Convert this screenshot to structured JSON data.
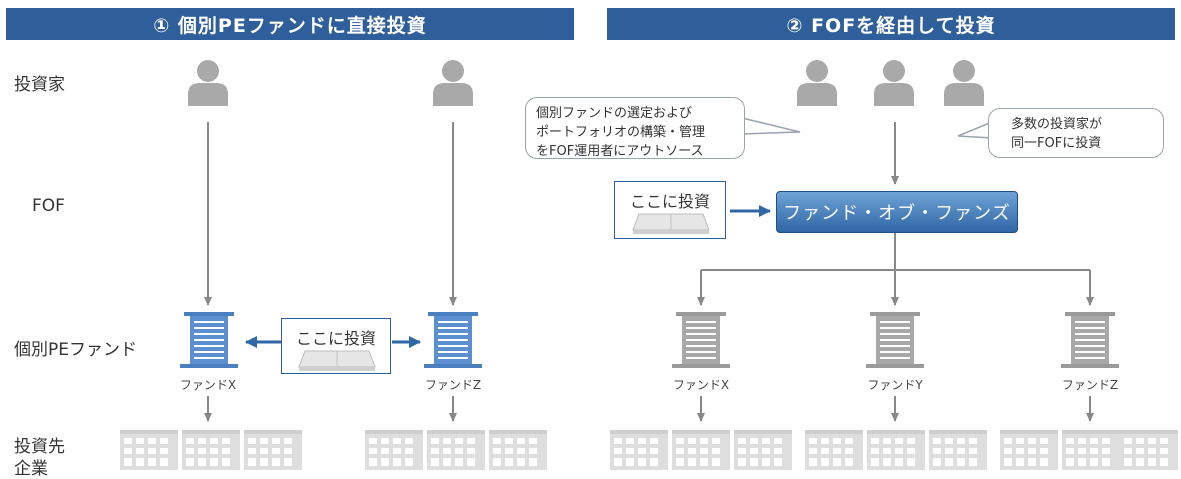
{
  "header_left": "① 個別PEファンドに直接投資",
  "header_right": "② FOFを経由して投資",
  "row_labels": {
    "investor": "投資家",
    "fof": "FOF",
    "pe_fund": "個別PEファンド",
    "target_line1": "投資先",
    "target_line2": "企業"
  },
  "bubble_left": {
    "line1": "個別ファンドの選定および",
    "line2": "ポートフォリオの構築・管理",
    "line3": "をFOF運用者にアウトソース"
  },
  "bubble_right": {
    "line1": "多数の投資家が",
    "line2": "同一FOFに投資"
  },
  "invest_here": "ここに投資",
  "fof_box": "ファンド・オブ・ファンズ",
  "left_funds": [
    "ファンドX",
    "ファンドZ"
  ],
  "right_funds": [
    "ファンドX",
    "ファンドY",
    "ファンドZ"
  ],
  "colors": {
    "header_bg": "#2f5f9a",
    "fund_blue": "#5b8fd0",
    "fund_gray": "#a0a0a0",
    "person_gray": "#a9a9a9",
    "arrow_blue": "#2f66a6"
  }
}
